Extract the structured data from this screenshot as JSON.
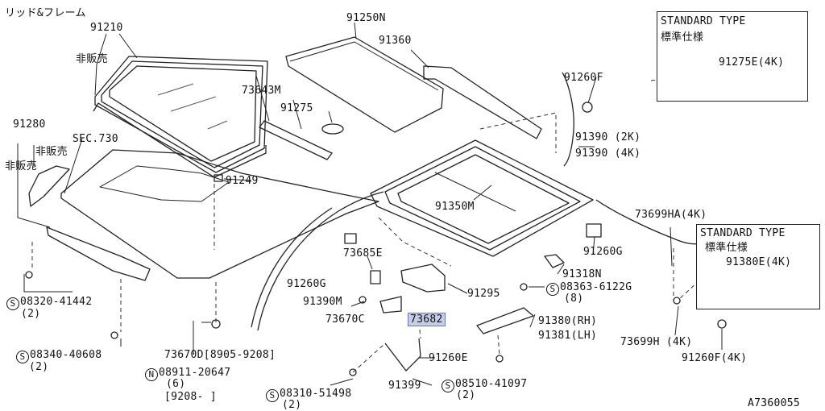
{
  "title": "リッド&フレーム",
  "figure_id": "A7360055",
  "standard_boxes": [
    {
      "title": "STANDARD TYPE",
      "subtitle": "標準仕様",
      "part": "91275E(4K)"
    },
    {
      "title": "STANDARD TYPE",
      "subtitle": "標準仕様",
      "part": "91380E(4K)"
    }
  ],
  "not_for_sale": "非販売",
  "parts": {
    "p91210": "91210",
    "p91250N": "91250N",
    "p91360": "91360",
    "p73643M": "73643M",
    "p91275": "91275",
    "p91260F": "91260F",
    "p91390_2k": "91390 (2K)",
    "p91390_4k": "91390 (4K)",
    "p91280": "91280",
    "sec730": "SEC.730",
    "p91249": "91249",
    "p91350M": "91350M",
    "p73699HA": "73699HA(4K)",
    "p91260G_r": "91260G",
    "p73685E": "73685E",
    "p91318N": "91318N",
    "p91260G_l": "91260G",
    "p91390M": "91390M",
    "p91295": "91295",
    "s08363": "08363-6122G",
    "s08363_qty": "(8)",
    "p73670C": "73670C",
    "p73682": "73682",
    "p91380": "91380(RH)",
    "p91381": "91381(LH)",
    "p73699H": "73699H (4K)",
    "p91260F_4k": "91260F(4K)",
    "s08320": "08320-41442",
    "s08320_qty": "(2)",
    "s08340": "08340-40608",
    "s08340_qty": "(2)",
    "p73670D": "73670D[8905-9208]",
    "n08911": "08911-20647",
    "n08911_qty": "(6)",
    "n08911_date": "[9208-     ]",
    "p91260E": "91260E",
    "p91399": "91399",
    "s08510": "08510-41097",
    "s08510_qty": "(2)",
    "s08310": "08310-51498",
    "s08310_qty": "(2)"
  },
  "symbols": {
    "screw": "S",
    "nut": "N"
  },
  "highlight_color": "#c6cde6"
}
